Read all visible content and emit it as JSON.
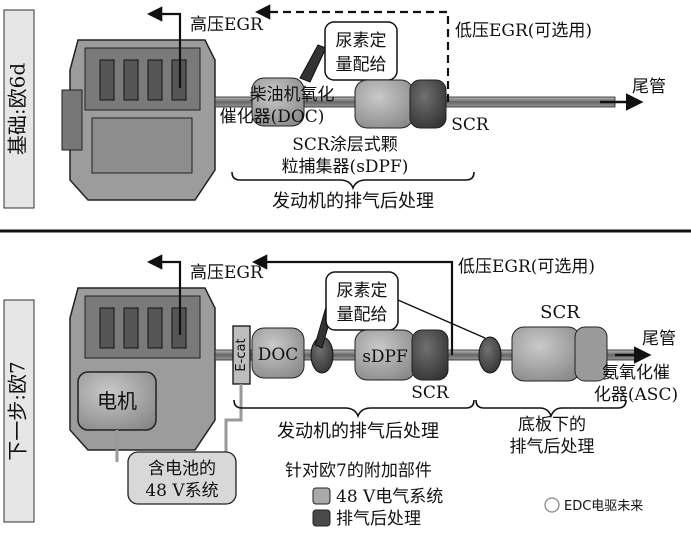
{
  "top": {
    "side_label": "基础:欧6d",
    "hp_egr": "高压EGR",
    "lp_egr": "低压EGR(可选用)",
    "urea_line1": "尿素定",
    "urea_line2": "量配给",
    "doc_line1": "柴油机氧化",
    "doc_line2": "催化器(DOC)",
    "sdpf_line1": "SCR涂层式颗",
    "sdpf_line2": "粒捕集器(sDPF)",
    "scr": "SCR",
    "tail": "尾管",
    "brace": "发动机的排气后处理"
  },
  "bottom": {
    "side_label": "下一步:欧7",
    "hp_egr": "高压EGR",
    "lp_egr": "低压EGR(可选用)",
    "urea_line1": "尿素定",
    "urea_line2": "量配给",
    "ecat": "E-cat",
    "doc": "DOC",
    "sdpf": "sDPF",
    "scr1": "SCR",
    "scr2": "SCR",
    "asc_line1": "氨氧化催",
    "asc_line2": "化器(ASC)",
    "tail": "尾管",
    "motor": "电机",
    "battery_line1": "含电池的",
    "battery_line2": "48 V系统",
    "brace1": "发动机的排气后处理",
    "brace2_line1": "底板下的",
    "brace2_line2": "排气后处理"
  },
  "legend": {
    "title": "针对欧7的附加部件",
    "item1": "48 V电气系统",
    "item2": "排气后处理"
  },
  "watermark": "EDC电驱未来",
  "colors": {
    "light_component": "#a9a9a9",
    "dark_component": "#4a4a4a",
    "line": "#111111"
  }
}
